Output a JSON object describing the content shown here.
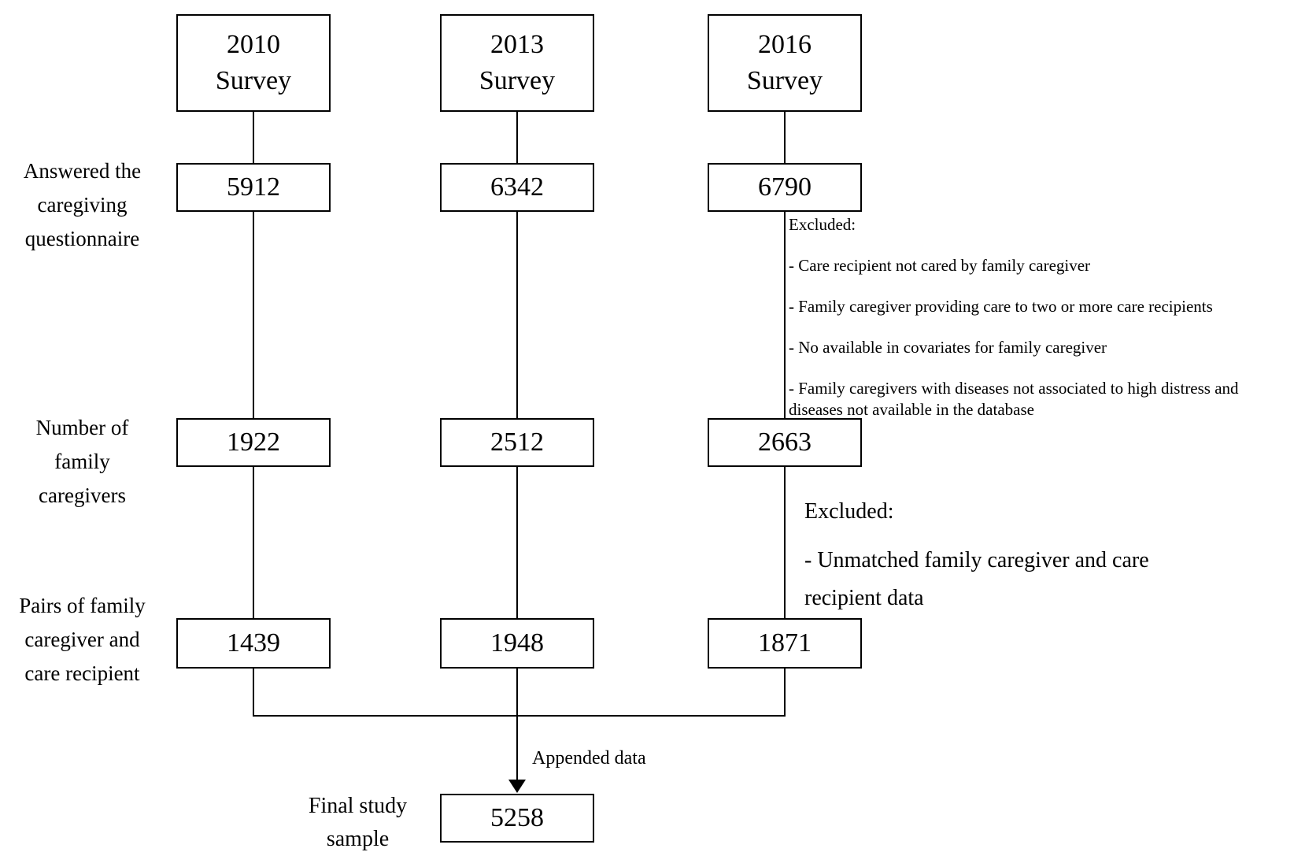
{
  "colors": {
    "background": "#ffffff",
    "line": "#000000",
    "box_border": "#000000",
    "text": "#000000"
  },
  "columns": [
    {
      "survey": "2010\nSurvey",
      "answered": "5912",
      "caregivers": "1922",
      "pairs": "1439"
    },
    {
      "survey": "2013\nSurvey",
      "answered": "6342",
      "caregivers": "2512",
      "pairs": "1948"
    },
    {
      "survey": "2016\nSurvey",
      "answered": "6790",
      "caregivers": "2663",
      "pairs": "1871"
    }
  ],
  "row_labels": {
    "answered": "Answered the\ncaregiving\nquestionnaire",
    "caregivers": "Number of\nfamily\ncaregivers",
    "pairs": "Pairs of family\ncaregiver and\ncare recipient",
    "final": "Final study\nsample"
  },
  "exclusions": {
    "first": {
      "title": "Excluded:",
      "items": [
        "- Care recipient not cared by family caregiver",
        "- Family caregiver providing care to two or more care recipients",
        "- No available in covariates for family caregiver",
        "- Family caregivers with diseases not associated to high distress and diseases not available in the database"
      ]
    },
    "second": {
      "title": "Excluded:",
      "items": [
        "- Unmatched family caregiver and care recipient data"
      ]
    }
  },
  "final": {
    "value": "5258",
    "arrow_label": "Appended data"
  }
}
